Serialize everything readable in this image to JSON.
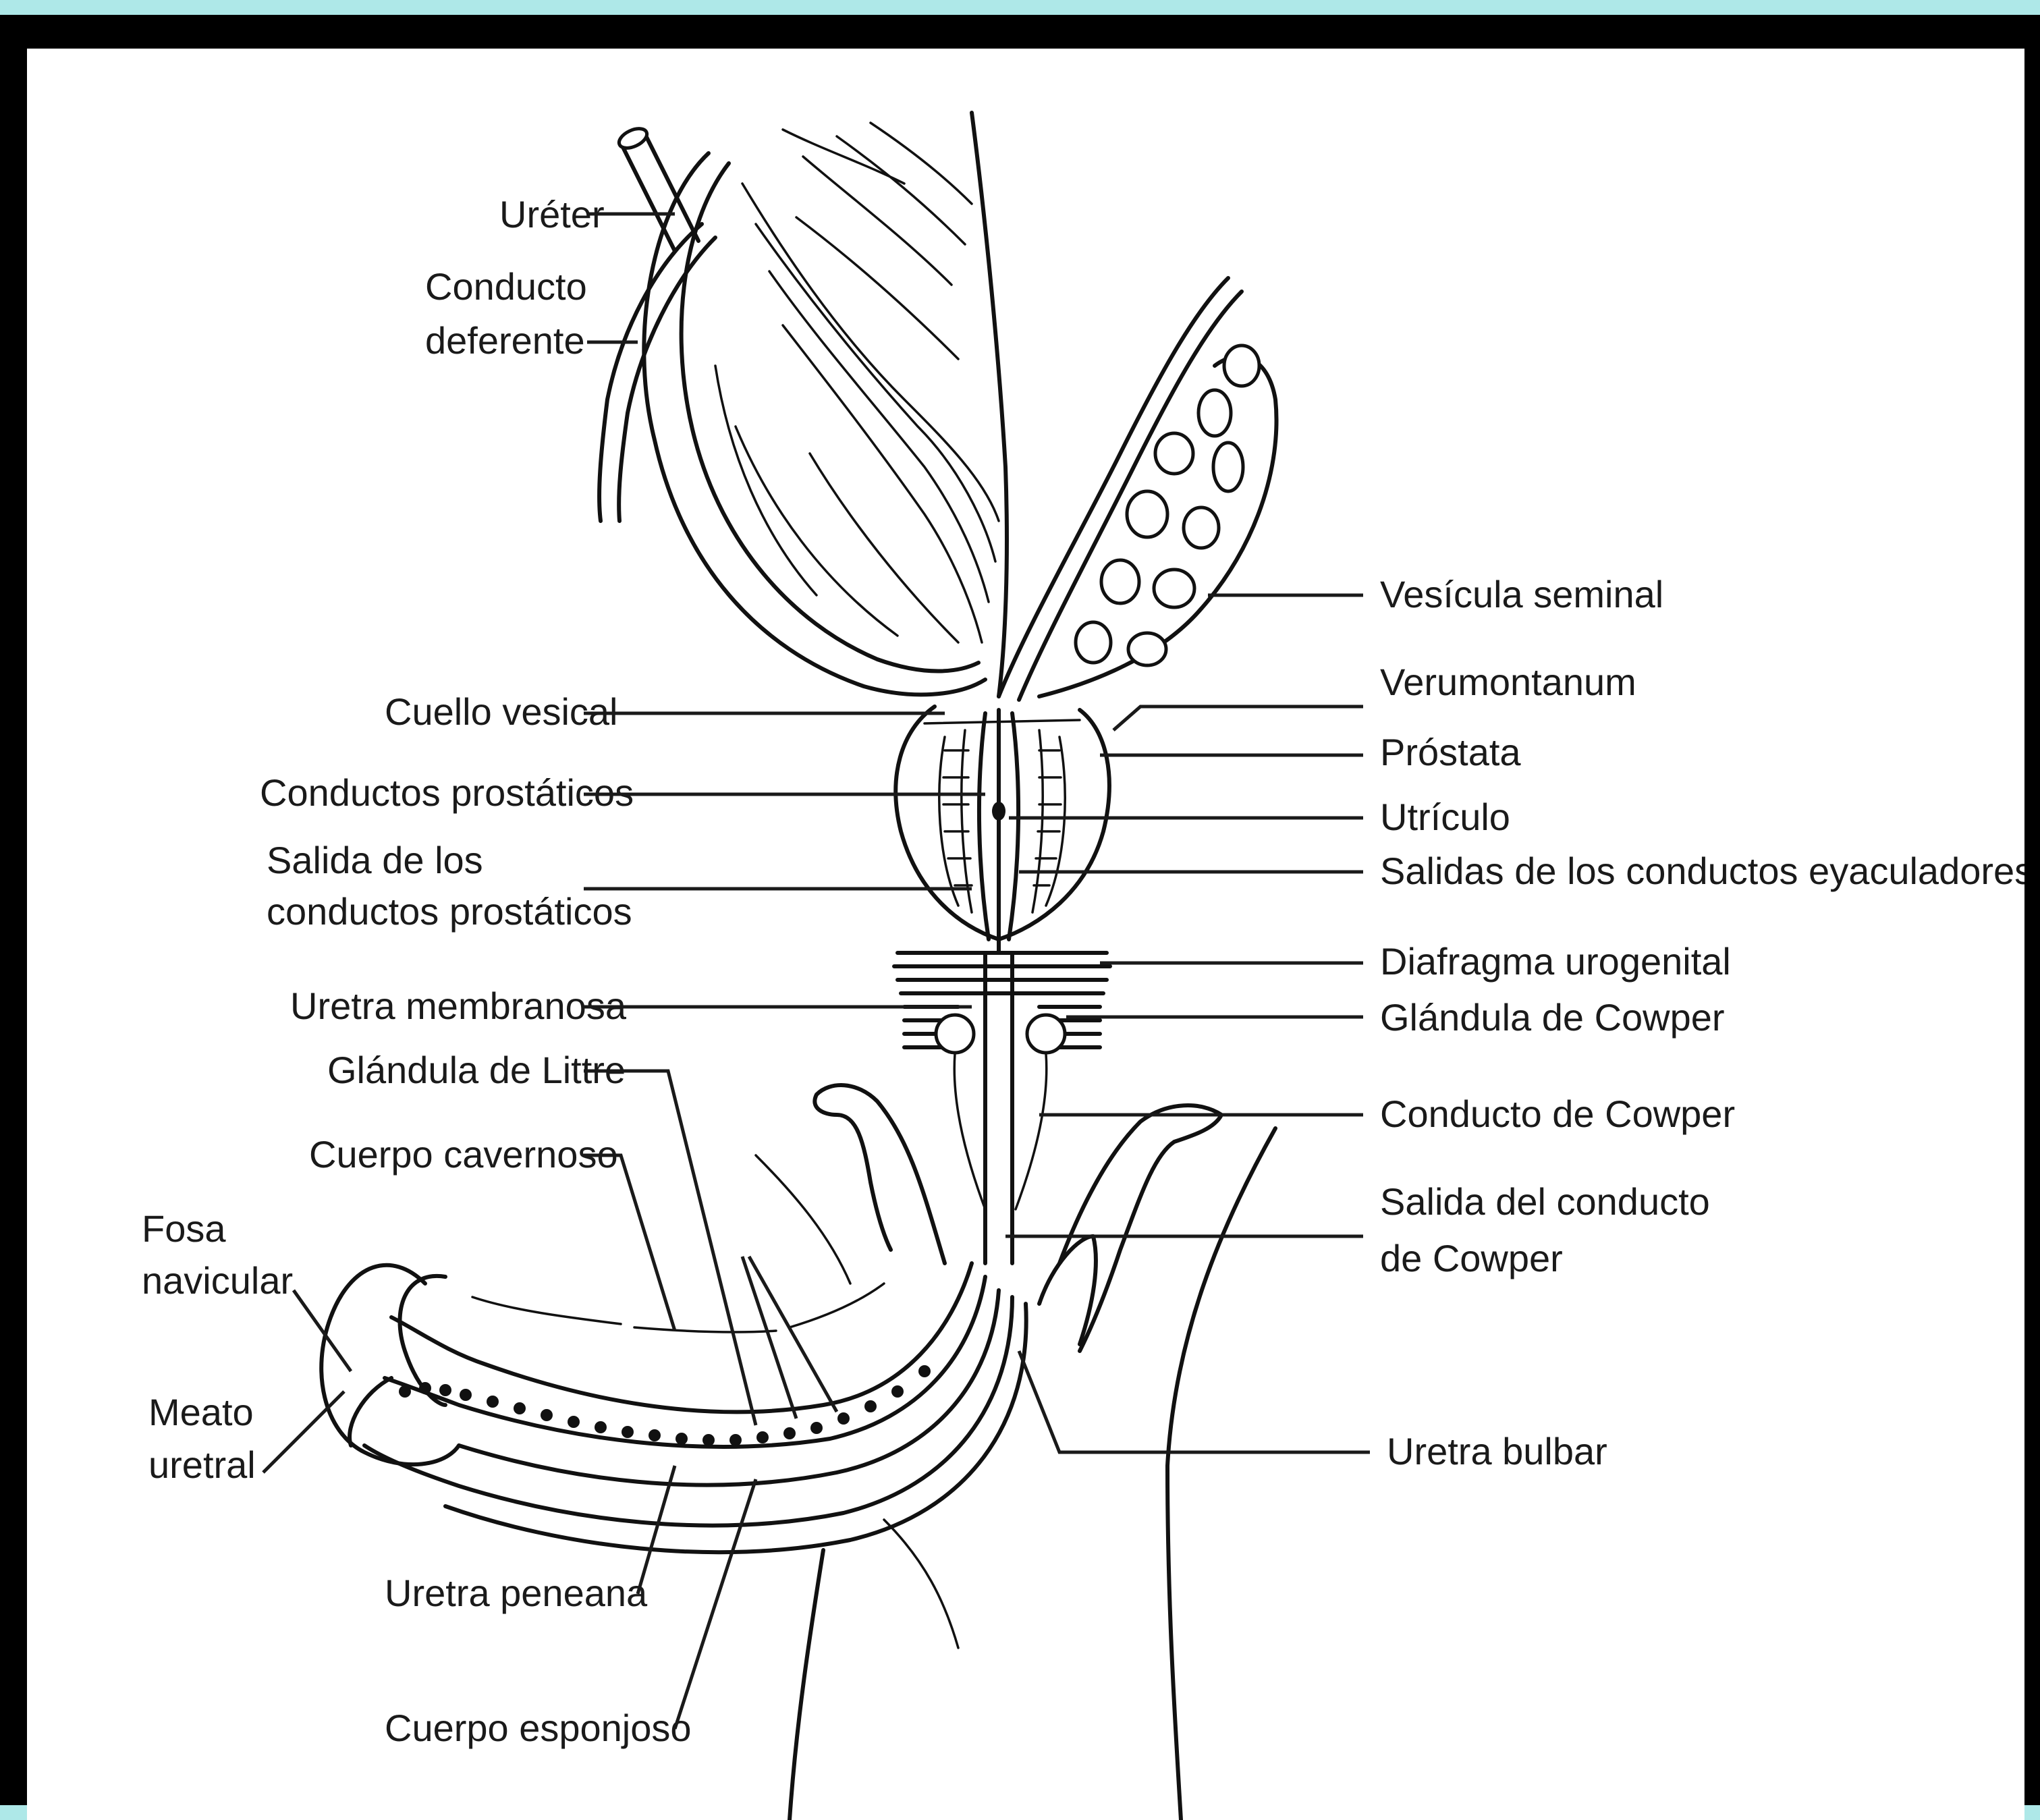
{
  "colors": {
    "outer_border": "#aee8e8",
    "frame": "#000000",
    "canvas": "#ffffff",
    "ink": "#111111"
  },
  "labels": {
    "ureter": "Uréter",
    "conducto_deferente_1": "Conducto",
    "conducto_deferente_2": "deferente",
    "vesicula_seminal": "Vesícula seminal",
    "verumontanum": "Verumontanum",
    "cuello_vesical": "Cuello vesical",
    "prostata": "Próstata",
    "conductos_prostaticos": "Conductos prostáticos",
    "utriculo": "Utrículo",
    "salida_prostaticos_1": "Salida de los",
    "salida_prostaticos_2": "conductos prostáticos",
    "salidas_eyaculadores": "Salidas de los conductos eyaculadores",
    "diafragma_urogenital": "Diafragma urogenital",
    "uretra_membranosa": "Uretra membranosa",
    "glandula_cowper": "Glándula de Cowper",
    "glandula_littre": "Glándula de Littre",
    "conducto_cowper": "Conducto de Cowper",
    "cuerpo_cavernoso": "Cuerpo cavernoso",
    "salida_cowper_1": "Salida del conducto",
    "salida_cowper_2": "de Cowper",
    "fosa_navicular_1": "Fosa",
    "fosa_navicular_2": "navicular",
    "meato_uretral_1": "Meato",
    "meato_uretral_2": "uretral",
    "uretra_bulbar": "Uretra bulbar",
    "uretra_peneana": "Uretra peneana",
    "cuerpo_esponjoso": "Cuerpo esponjoso"
  }
}
